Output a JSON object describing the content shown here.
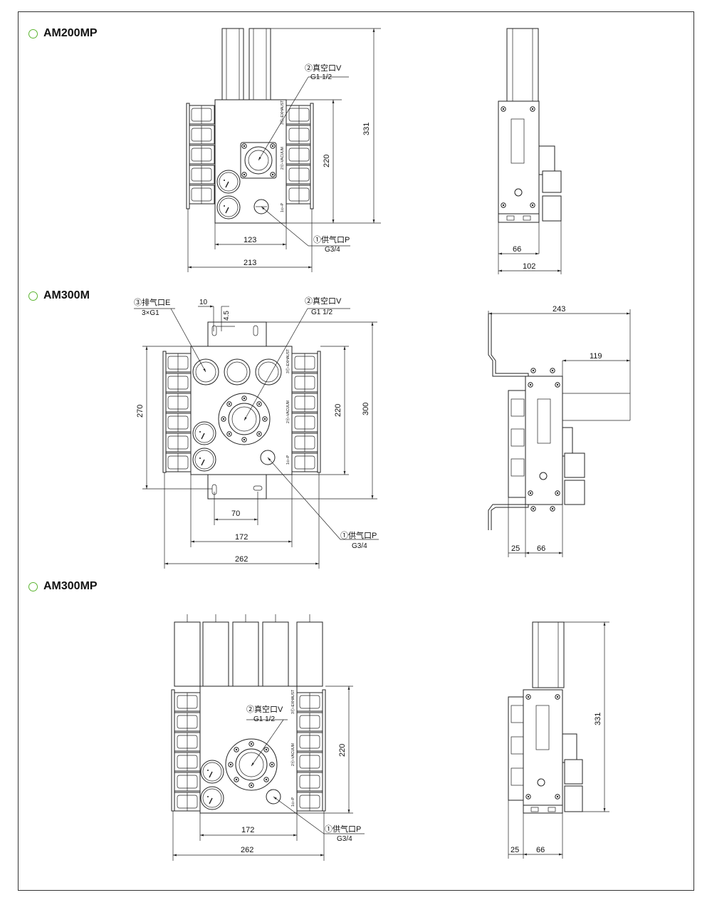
{
  "sections": [
    {
      "title": "AM200MP"
    },
    {
      "title": "AM300M"
    },
    {
      "title": "AM300MP"
    }
  ],
  "am200mp": {
    "vacuum_port": "②真空口V",
    "vacuum_thread": "G1 1/2",
    "supply_port": "①供气口P",
    "supply_thread": "G3/4",
    "dim_331": "331",
    "dim_220": "220",
    "dim_123": "123",
    "dim_213": "213",
    "dim_66": "66",
    "dim_102": "102",
    "label_exhaust": "3Ⓔ–EXHAUST",
    "label_vacuum": "2Ⓥ–VACUUM",
    "label_p": "1⊙–P"
  },
  "am300m": {
    "exhaust_port": "③排气口E",
    "exhaust_thread": "3×G1",
    "vacuum_port": "②真空口V",
    "vacuum_thread": "G1 1/2",
    "supply_port": "①供气口P",
    "supply_thread": "G3/4",
    "dim_10": "10",
    "dim_45": "4.5",
    "dim_270": "270",
    "dim_220": "220",
    "dim_300": "300",
    "dim_70": "70",
    "dim_172": "172",
    "dim_262": "262",
    "dim_243": "243",
    "dim_119": "119",
    "dim_25": "25",
    "dim_66": "66",
    "label_exhaust": "3Ⓔ–EXHAUST",
    "label_vacuum": "2Ⓥ–VACUUM",
    "label_p": "1⊙–P"
  },
  "am300mp": {
    "vacuum_port": "②真空口V",
    "vacuum_thread": "G1 1/2",
    "supply_port": "①供气口P",
    "supply_thread": "G3/4",
    "dim_220": "220",
    "dim_172": "172",
    "dim_262": "262",
    "dim_331": "331",
    "dim_25": "25",
    "dim_66": "66",
    "label_exhaust": "3Ⓔ–EXHAUST",
    "label_vacuum": "2Ⓥ–VACUUM",
    "label_p": "1⊙–P"
  },
  "colors": {
    "accent_circle": "#5cb531",
    "line": "#222222"
  }
}
